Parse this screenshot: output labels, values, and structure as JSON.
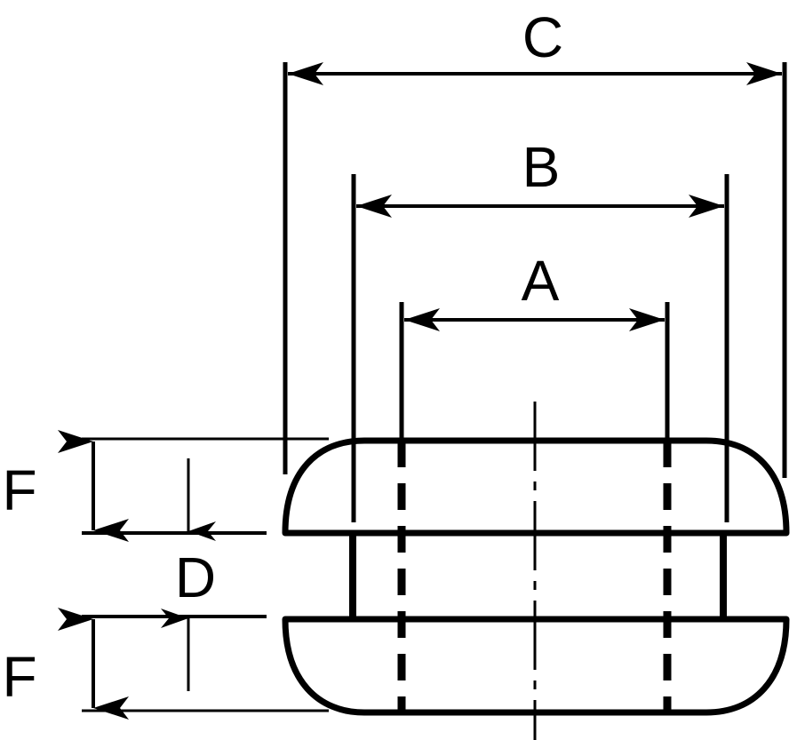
{
  "labels": {
    "a": "A",
    "b": "B",
    "c": "C",
    "d": "D",
    "f_top": "F",
    "f_bottom": "F"
  },
  "colors": {
    "ink": "#000000",
    "background": "#ffffff"
  }
}
